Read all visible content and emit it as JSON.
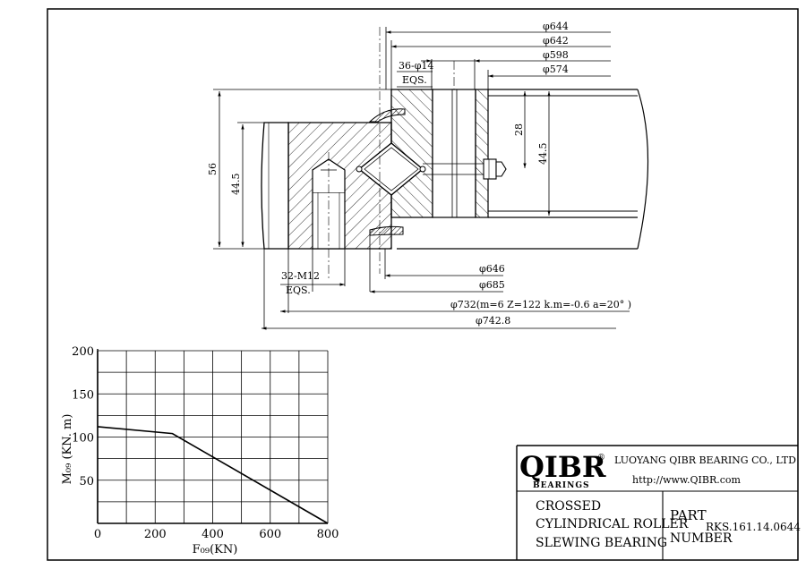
{
  "drawing": {
    "dims_top": {
      "d644": "φ644",
      "d642": "φ642",
      "d598": "φ598",
      "d574": "φ574",
      "holes_outer": "36-φ14",
      "eqs_outer": "EQS."
    },
    "dims_side": {
      "h56": "56",
      "h445_left": "44.5",
      "h28": "28",
      "h445_right": "44.5"
    },
    "dims_bottom": {
      "holes_inner": "32-M12",
      "eqs_inner": "EQS.",
      "d646": "φ646",
      "d685": "φ685",
      "d732": "φ732(m=6 Z=122 k.m=-0.6 a=20° )",
      "d742": "φ742.8"
    }
  },
  "chart_data": {
    "type": "line",
    "xlabel": "F₀₉(KN)",
    "ylabel": "M₀₉ (KN. m)",
    "xlim": [
      0,
      800
    ],
    "ylim": [
      0,
      200
    ],
    "x_ticks": [
      "0",
      "200",
      "400",
      "600",
      "800"
    ],
    "y_ticks": [
      "50",
      "100",
      "150",
      "200"
    ],
    "grid": true,
    "series": [
      {
        "points": [
          [
            0,
            112
          ],
          [
            260,
            104
          ],
          [
            800,
            0
          ]
        ]
      }
    ]
  },
  "title_block": {
    "logo_text": "QIBR",
    "logo_sub": "BEARINGS",
    "registered": "®",
    "company": "LUOYANG QIBR BEARING CO., LTD",
    "website": "http://www.QIBR.com",
    "desc_line1": "CROSSED",
    "desc_line2": "CYLINDRICAL ROLLER",
    "desc_line3": "SLEWING BEARING",
    "part_label": "PART",
    "number_label": "NUMBER",
    "part_number": "RKS.161.14.0644"
  }
}
